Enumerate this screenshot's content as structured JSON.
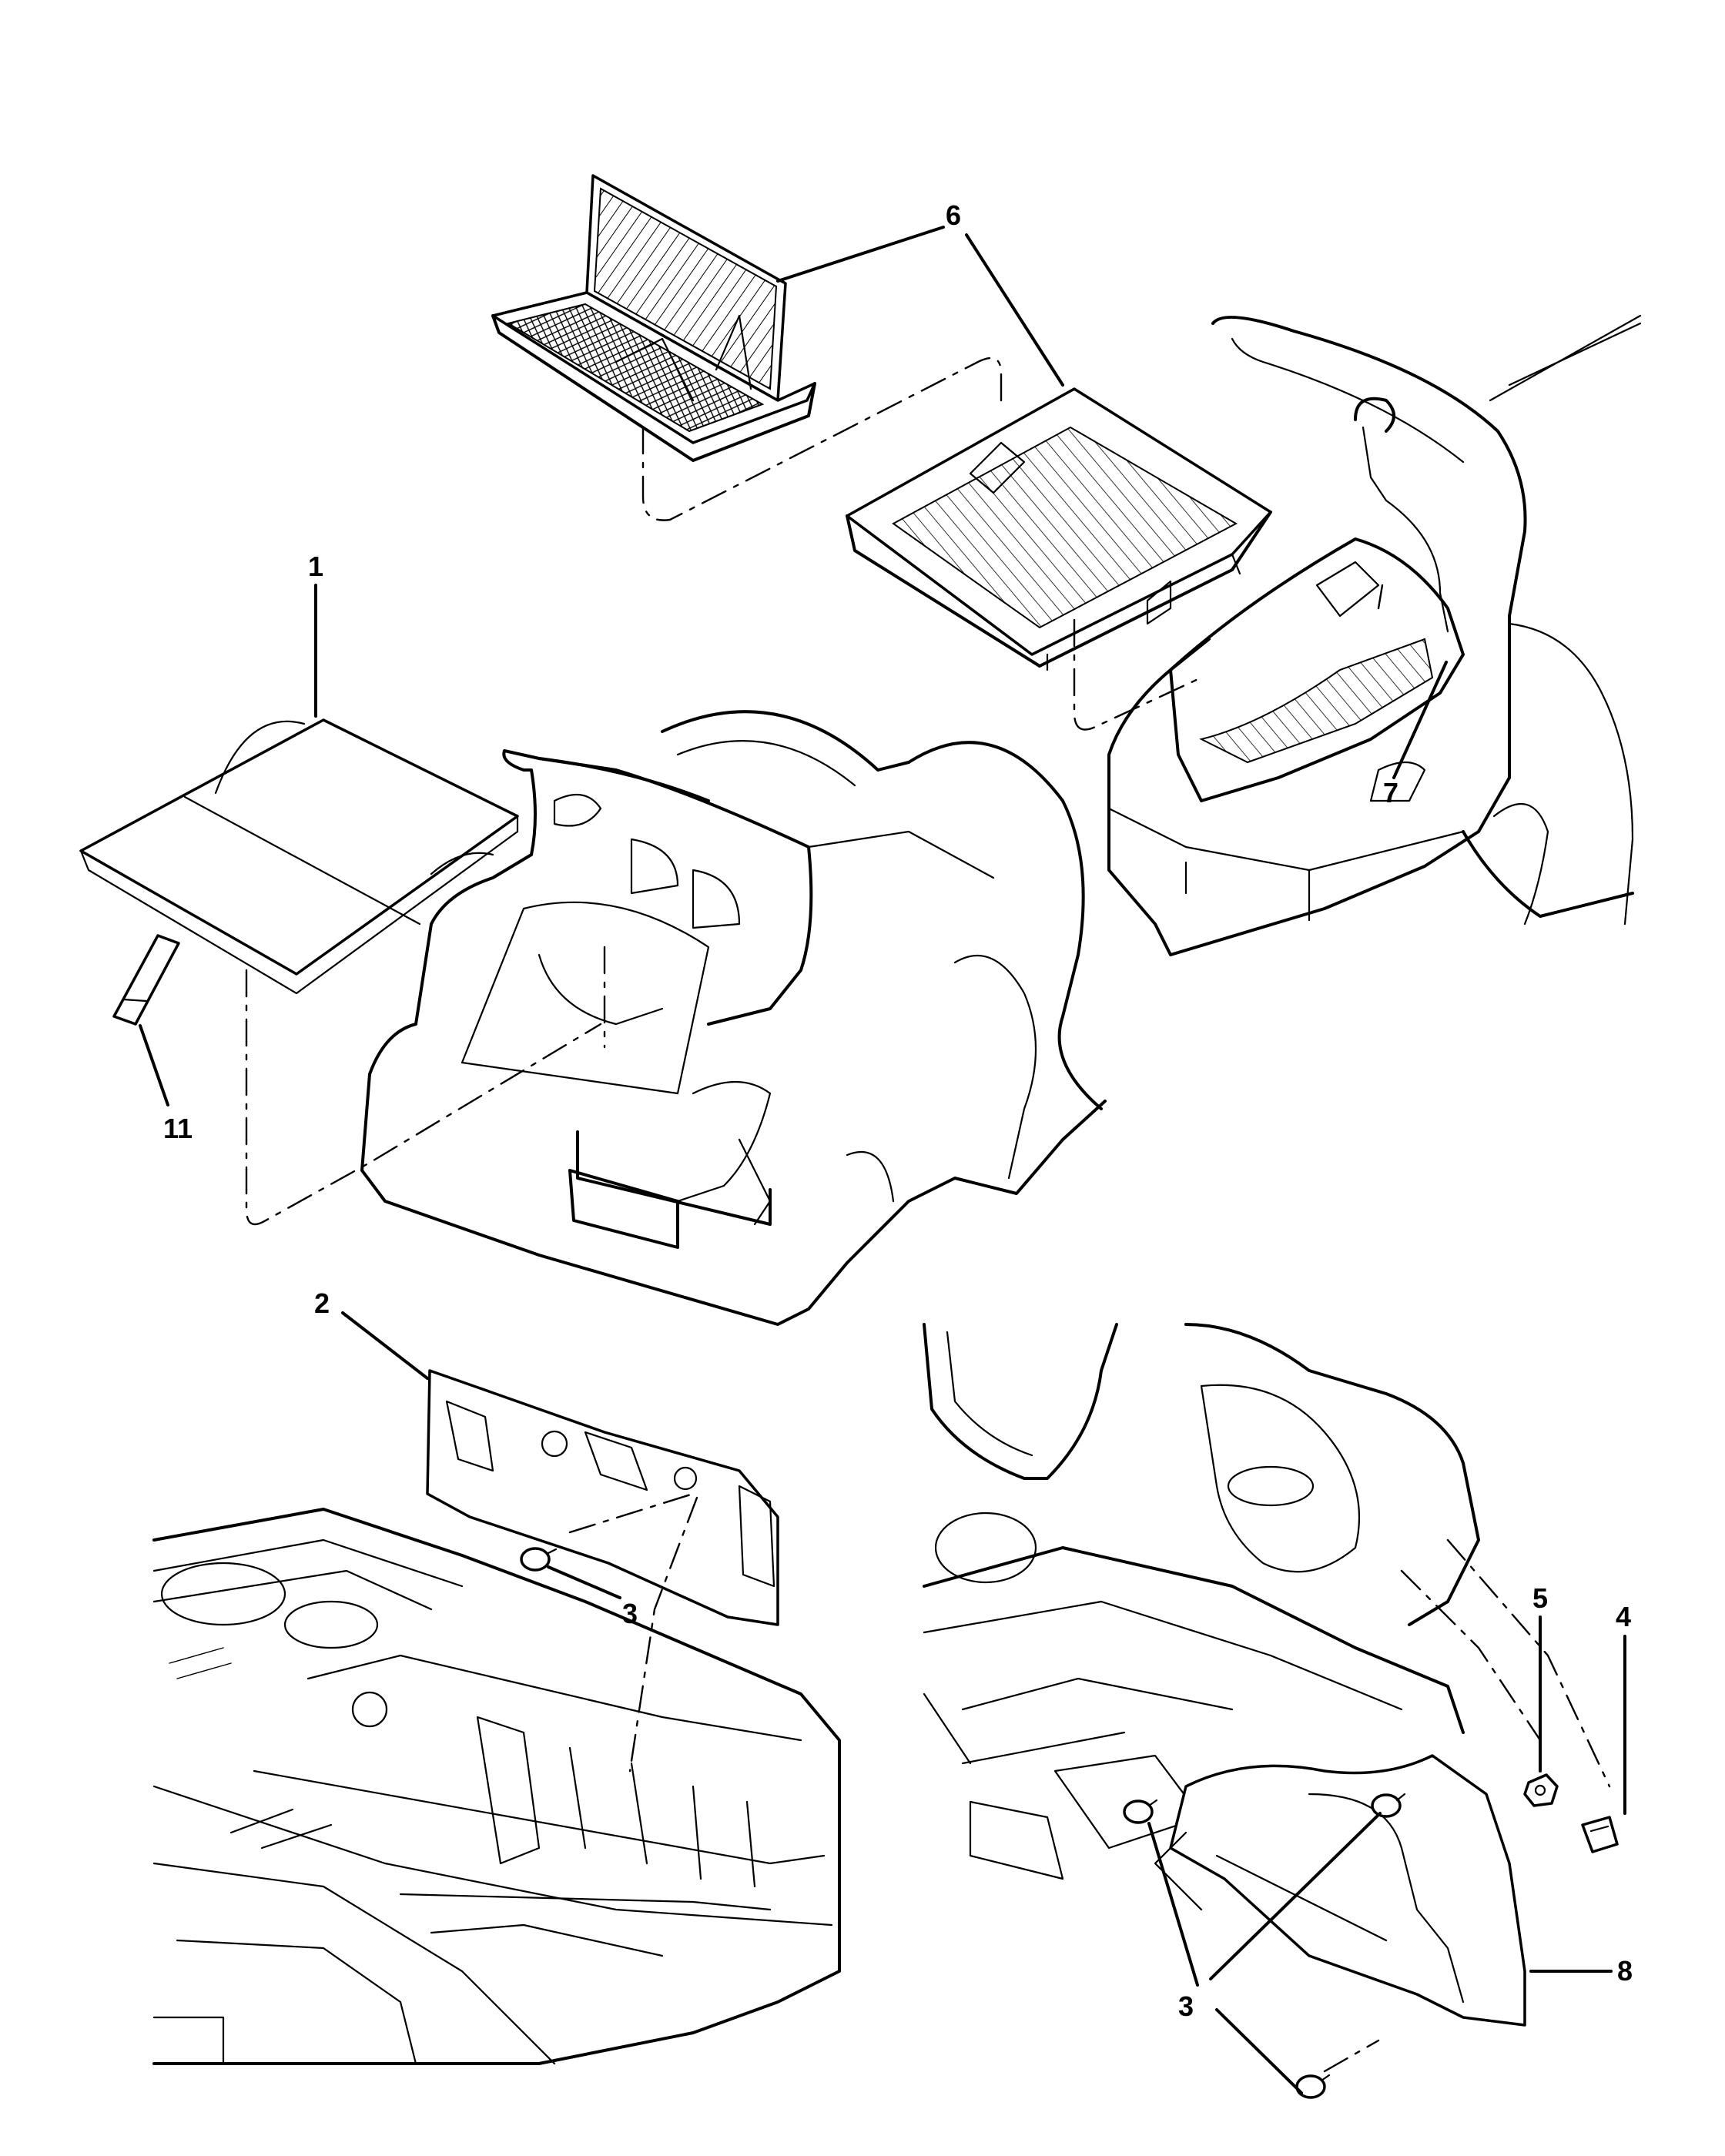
{
  "callouts": [
    {
      "id": "c1",
      "text": "1"
    },
    {
      "id": "c2",
      "text": "2"
    },
    {
      "id": "c3a",
      "text": "3"
    },
    {
      "id": "c3b",
      "text": "3"
    },
    {
      "id": "c4",
      "text": "4"
    },
    {
      "id": "c5",
      "text": "5"
    },
    {
      "id": "c6",
      "text": "6"
    },
    {
      "id": "c7",
      "text": "7"
    },
    {
      "id": "c8",
      "text": "8"
    },
    {
      "id": "c11",
      "text": "11"
    }
  ],
  "colors": {
    "line": "#000000",
    "background": "#ffffff"
  }
}
